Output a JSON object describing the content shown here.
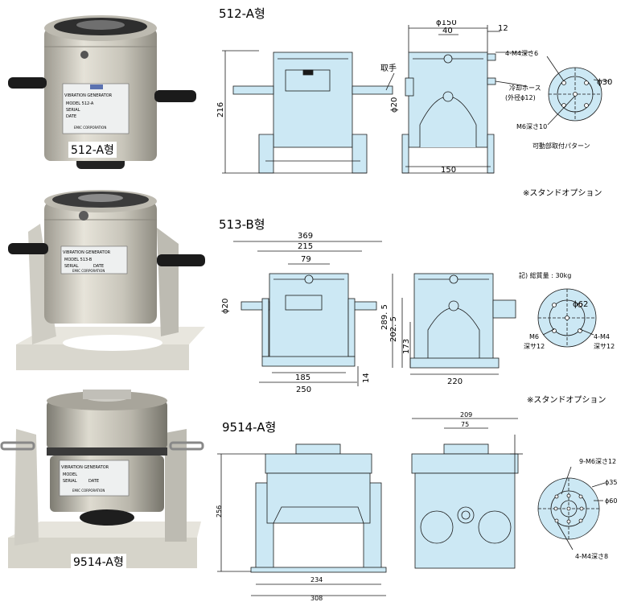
{
  "models": [
    {
      "title": "512-A형",
      "photo_label": "512-A형",
      "nameplate": [
        "VIBRATION GENERATOR",
        "MODEL 512-A",
        "SERIAL",
        "DATE",
        "EMIC CORPORATION"
      ],
      "dims": {
        "height": "216",
        "dia150": "ϕ150",
        "d40": "40",
        "d12": "12",
        "width150": "150",
        "d20": "ϕ20",
        "d30": "ϕ30"
      },
      "labels": {
        "handle": "取手",
        "m4": "4-M4深さ6",
        "hose1": "冷却ホース",
        "hose2": "(外径ϕ12)",
        "m6": "M6深さ10",
        "pattern": "可動部取付パターン"
      },
      "note": "※スタンドオプション"
    },
    {
      "title": "513-B형",
      "photo_label": "",
      "nameplate": [
        "VIBRATION GENERATOR",
        "MODEL 513-B",
        "SERIAL",
        "DATE",
        "EMIC CORPORATION"
      ],
      "dims": {
        "d369": "369",
        "d215": "215",
        "d79": "79",
        "d20": "ϕ20",
        "d185": "185",
        "d250": "250",
        "d14": "14",
        "d2895": "289. 5",
        "d2025": "202. 5",
        "d173": "173",
        "d220": "220",
        "d62": "ϕ62"
      },
      "labels": {
        "mass": "記) 総質量 : 30kg",
        "m6a": "M6",
        "m6b": "深サ12",
        "m4a": "4-M4",
        "m4b": "深サ12"
      },
      "note": "※スタンドオプション"
    },
    {
      "title": "9514-A형",
      "photo_label": "9514-A형",
      "nameplate": [
        "VIBRATION GENERATOR",
        "MODEL",
        "SERIAL",
        "DATE",
        "EMIC CORPORATION"
      ],
      "dims": {
        "d256": "256",
        "d234": "234",
        "d308": "308",
        "d209": "209",
        "d75": "75",
        "d35": "ϕ35",
        "d60": "ϕ60"
      },
      "labels": {
        "m6": "9-M6深さ12",
        "m4": "4-M4深さ8"
      }
    }
  ],
  "colors": {
    "fill": "#cce8f4",
    "line": "#1a1a1a",
    "body": "#c9c7bd",
    "stand": "#d9d7ce"
  }
}
